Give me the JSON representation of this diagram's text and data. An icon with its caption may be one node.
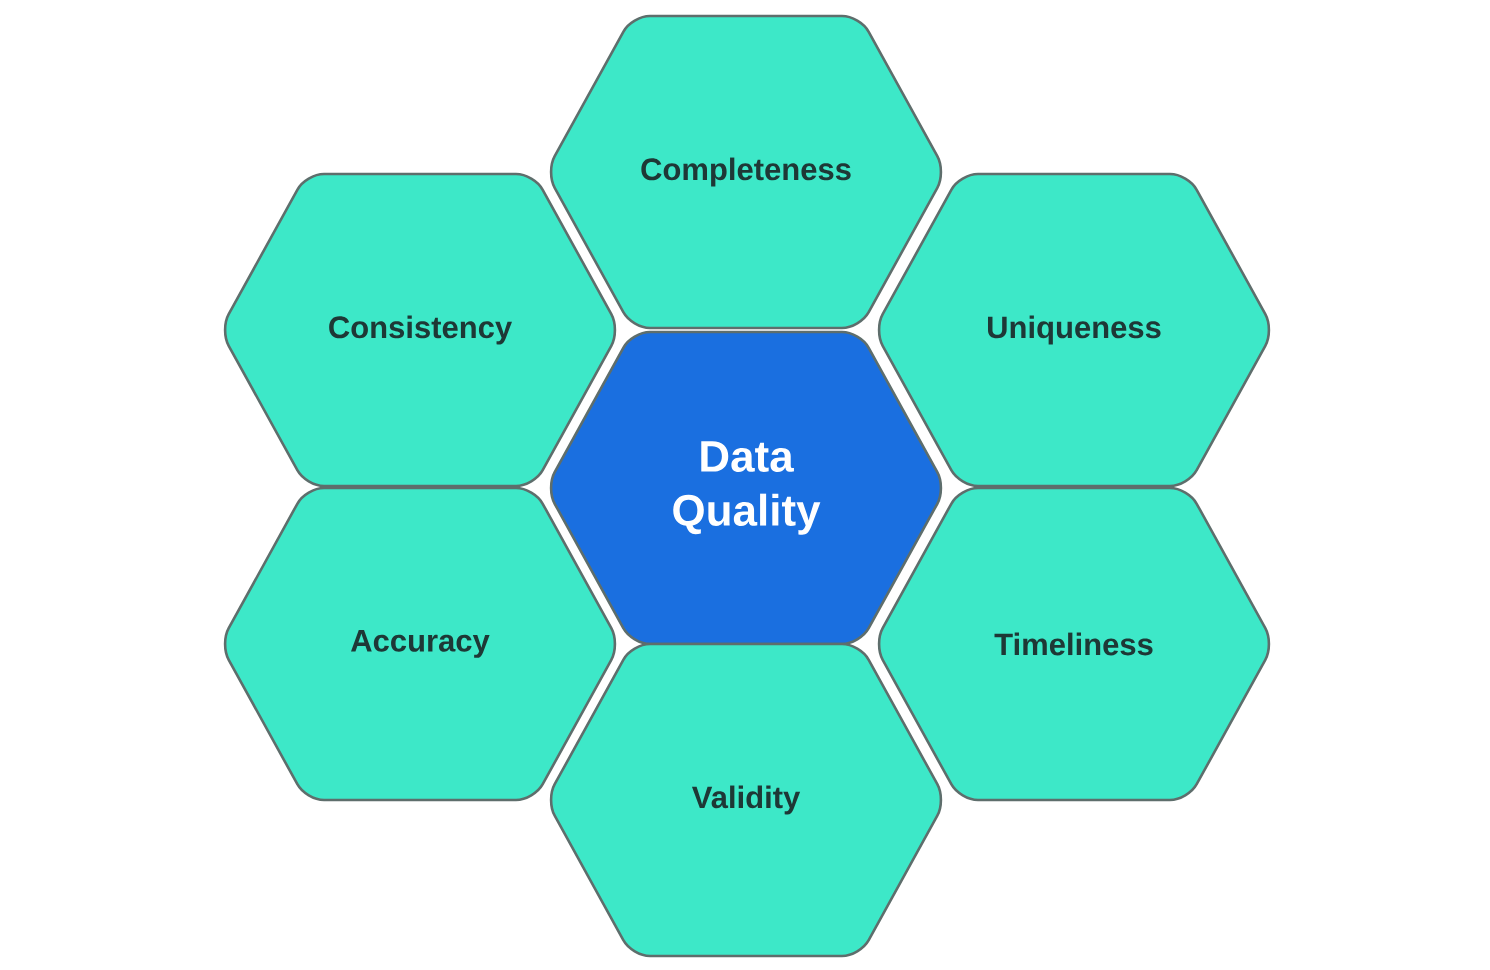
{
  "diagram": {
    "nodes": [
      {
        "text": [
          "Completeness"
        ]
      },
      {
        "text": [
          "Consistency"
        ]
      },
      {
        "text": [
          "Uniqueness"
        ]
      },
      {
        "text": [
          "Data Quality"
        ]
      },
      {
        "text": [
          "Accuracy"
        ]
      },
      {
        "text": [
          "Timeliness"
        ]
      },
      {
        "text": [
          "Validity"
        ]
      }
    ]
  }
}
